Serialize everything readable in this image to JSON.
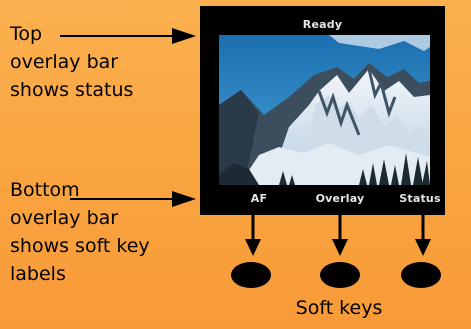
{
  "callouts": {
    "top": "Top\noverlay bar\nshows status",
    "bottom": "Bottom\noverlay bar\nshows soft key\nlabels"
  },
  "screen": {
    "status": "Ready",
    "soft_keys": [
      "AF",
      "Overlay",
      "Status"
    ]
  },
  "soft_keys_caption": "Soft keys",
  "colors": {
    "background": "#f9a642",
    "screen": "#000000",
    "overlay_text": "#e6e6e6",
    "sky": "#1f7bb8"
  },
  "photo_subject": "snowy-mountain-landscape"
}
